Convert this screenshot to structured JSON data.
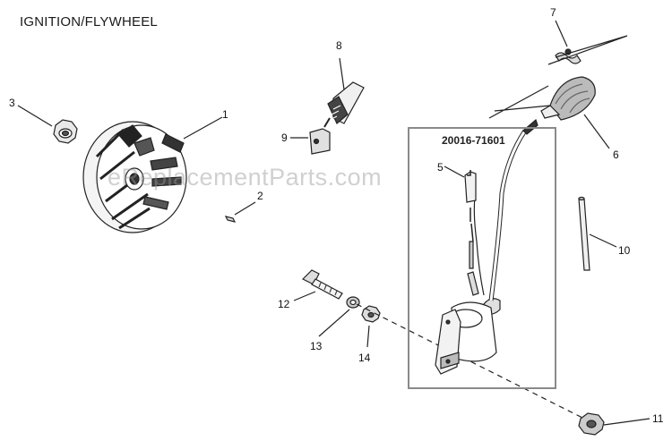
{
  "diagram": {
    "title": "IGNITION/FLYWHEEL",
    "kit_part_number": "20016-71601",
    "watermark": "eReplacementParts.com",
    "callouts": [
      "1",
      "2",
      "3",
      "5",
      "6",
      "7",
      "8",
      "9",
      "10",
      "11",
      "12",
      "13",
      "14"
    ],
    "parts": [
      {
        "ref": "1",
        "icon": "flywheel-icon"
      },
      {
        "ref": "2",
        "icon": "key-icon"
      },
      {
        "ref": "3",
        "icon": "nut-icon"
      },
      {
        "ref": "5",
        "icon": "spark-plug-terminal-icon"
      },
      {
        "ref": "6",
        "icon": "boot-icon"
      },
      {
        "ref": "7",
        "icon": "clip-icon"
      },
      {
        "ref": "8",
        "icon": "stop-switch-icon"
      },
      {
        "ref": "9",
        "icon": "terminal-icon"
      },
      {
        "ref": "10",
        "icon": "pin-icon"
      },
      {
        "ref": "11",
        "icon": "nut-icon"
      },
      {
        "ref": "12",
        "icon": "bolt-icon"
      },
      {
        "ref": "13",
        "icon": "washer-icon"
      },
      {
        "ref": "14",
        "icon": "nut-icon"
      },
      {
        "ref": "kit",
        "icon": "ignition-coil-icon"
      }
    ]
  }
}
